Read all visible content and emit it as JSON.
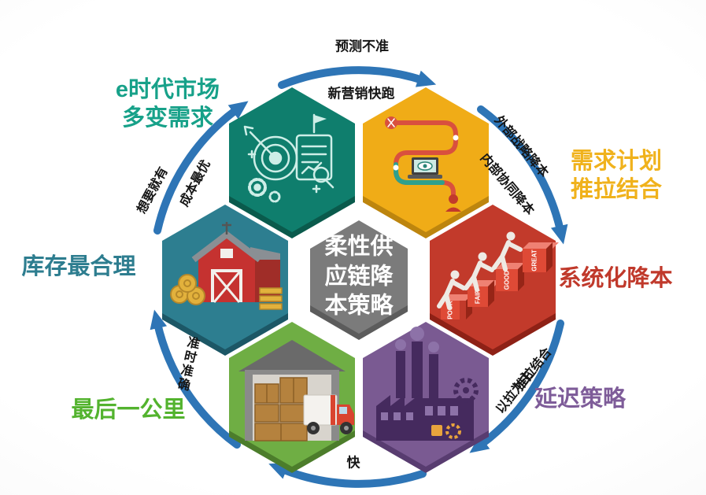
{
  "center": {
    "line1": "柔性供",
    "line2": "应链降",
    "line3": "本策略",
    "fill": "#7b7b7b",
    "shadow": "#5c5c5c",
    "text_color": "#ffffff"
  },
  "hexagons": {
    "market": {
      "fill": "#0f7e6d",
      "shadow": "#0a5a4c"
    },
    "demand": {
      "fill": "#f0ac17",
      "shadow": "#bd850e"
    },
    "systematic": {
      "fill": "#c23a2b",
      "shadow": "#8e2116"
    },
    "delay": {
      "fill": "#7a5a92",
      "shadow": "#583c70"
    },
    "lastmile": {
      "fill": "#6fae44",
      "shadow": "#4c7d2b"
    },
    "inventory": {
      "fill": "#2d7e90",
      "shadow": "#1c5766"
    }
  },
  "labels": {
    "market": {
      "line1": "e时代市场",
      "line2": "多变需求",
      "color": "#17a189"
    },
    "demand": {
      "line1": "需求计划",
      "line2": "推拉结合",
      "color": "#f0b21c"
    },
    "systematic": {
      "text": "系统化降本",
      "color": "#c0392b"
    },
    "delay": {
      "text": "延迟策略",
      "color": "#7e5c99"
    },
    "lastmile": {
      "text": "最后一公里",
      "color": "#53b32e"
    },
    "inventory": {
      "text": "库存最合理",
      "color": "#2d7d8f"
    }
  },
  "arrow_labels": {
    "forecast": "预测不准",
    "marketing": "新营销快跑",
    "external": "外部战略降本",
    "internal": "内部协同降本",
    "push_pull": "推拉结合",
    "pull_first": "以拉为主",
    "fast": "快",
    "on_time": "准时准确",
    "available": "想要就有",
    "cost": "成本最优"
  },
  "arrows": {
    "color": "#2e75b6"
  },
  "blocks": {
    "b1": "POOR",
    "b2": "FAIR",
    "b3": "GOOD",
    "b4": "GREAT"
  }
}
